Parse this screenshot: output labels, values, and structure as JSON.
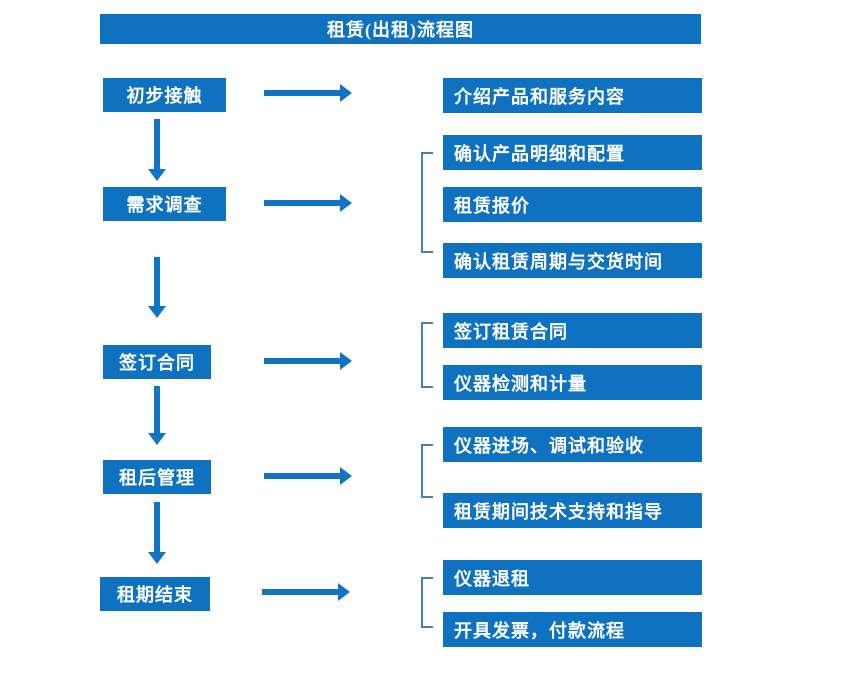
{
  "title": "租赁(出租)流程图",
  "colors": {
    "box_blue": "#0f72c0",
    "arrow_blue": "#1173c3",
    "bracket_blue": "#4a7ebb",
    "text": "#ffffff",
    "background": "#ffffff"
  },
  "stages": [
    {
      "label": "初步接触"
    },
    {
      "label": "需求调查"
    },
    {
      "label": "签订合同"
    },
    {
      "label": "租后管理"
    },
    {
      "label": "租期结束"
    }
  ],
  "details": [
    {
      "label": "介绍产品和服务内容"
    },
    {
      "label": "确认产品明细和配置"
    },
    {
      "label": "租赁报价"
    },
    {
      "label": "确认租赁周期与交货时间"
    },
    {
      "label": "签订租赁合同"
    },
    {
      "label": "仪器检测和计量"
    },
    {
      "label": "仪器进场、调试和验收"
    },
    {
      "label": "租赁期间技术支持和指导"
    },
    {
      "label": "仪器退租"
    },
    {
      "label": "开具发票，付款流程"
    }
  ],
  "flow": [
    {
      "stage": "初步接触",
      "details": [
        "介绍产品和服务内容"
      ]
    },
    {
      "stage": "需求调查",
      "details": [
        "确认产品明细和配置",
        "租赁报价",
        "确认租赁周期与交货时间"
      ]
    },
    {
      "stage": "签订合同",
      "details": [
        "签订租赁合同",
        "仪器检测和计量"
      ]
    },
    {
      "stage": "租后管理",
      "details": [
        "仪器进场、调试和验收",
        "租赁期间技术支持和指导"
      ]
    },
    {
      "stage": "租期结束",
      "details": [
        "仪器退租",
        "开具发票，付款流程"
      ]
    }
  ]
}
